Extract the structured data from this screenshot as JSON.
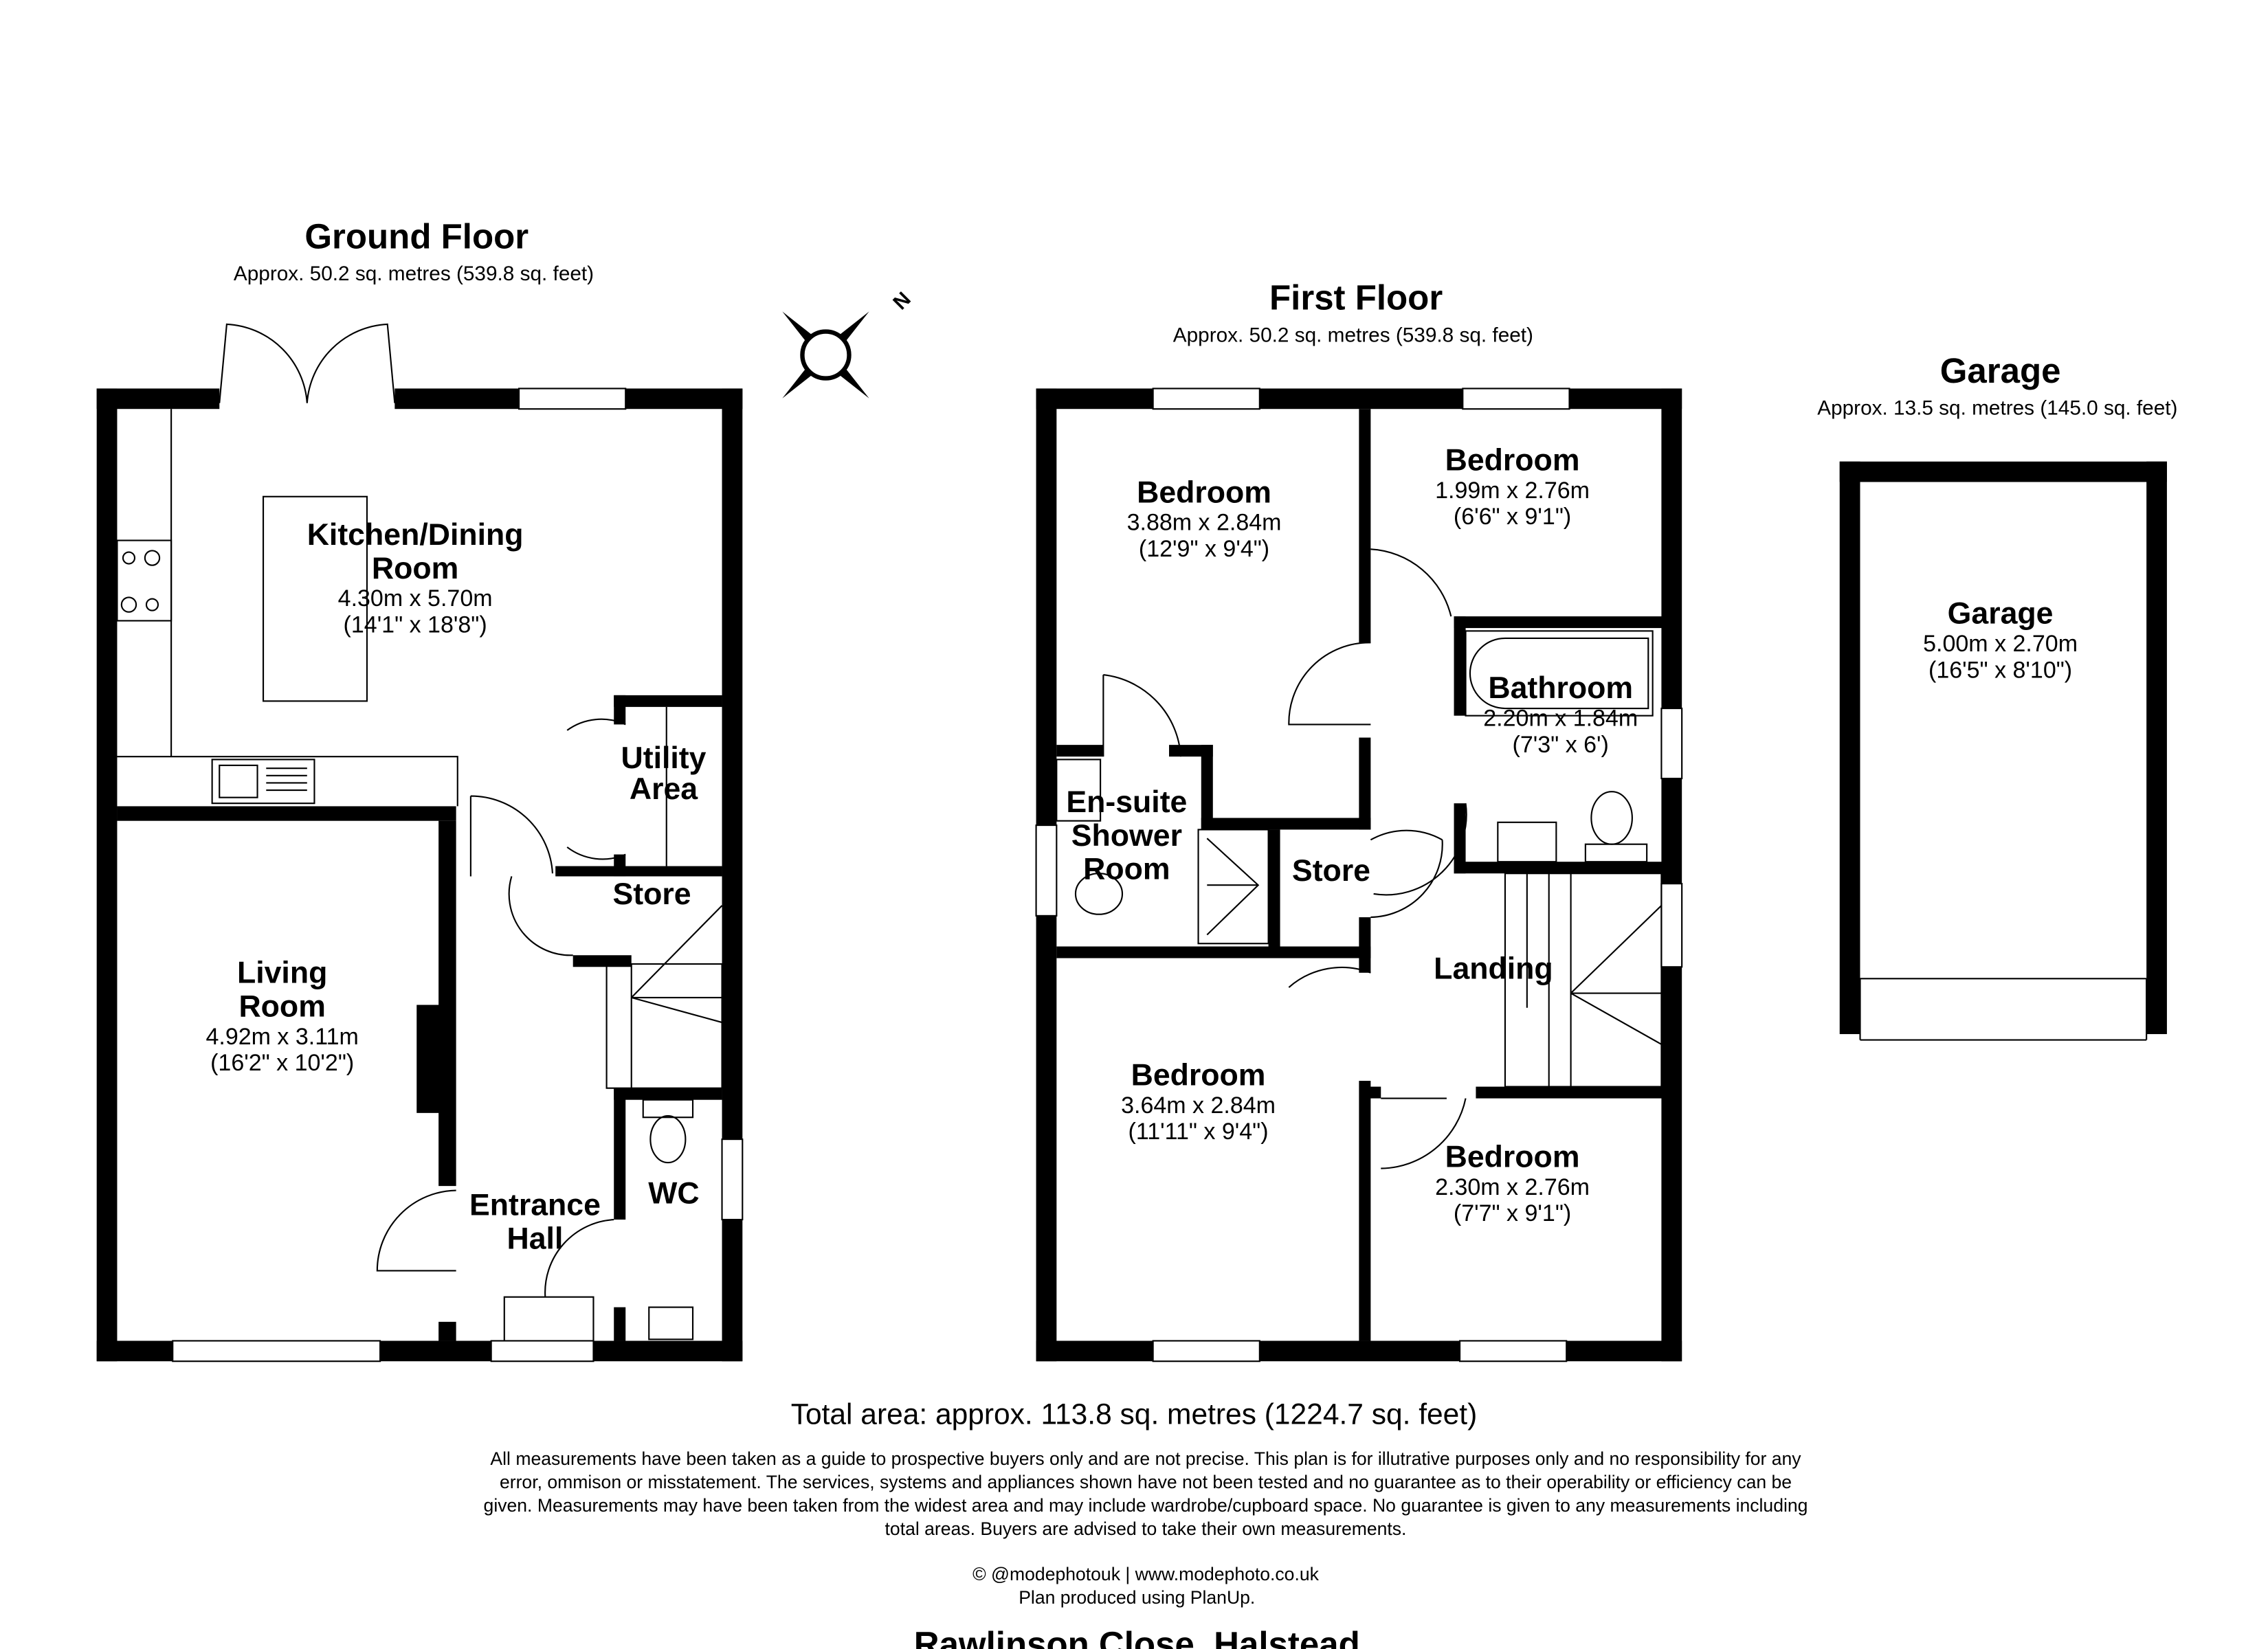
{
  "floors": {
    "ground": {
      "title": "Ground Floor",
      "area": "Approx. 50.2 sq. metres (539.8 sq. feet)"
    },
    "first": {
      "title": "First Floor",
      "area": "Approx. 50.2 sq. metres (539.8 sq. feet)"
    },
    "garage": {
      "title": "Garage",
      "area": "Approx. 13.5 sq. metres (145.0 sq. feet)"
    }
  },
  "rooms": {
    "kitchen": {
      "name1": "Kitchen/Dining",
      "name2": "Room",
      "metric": "4.30m x 5.70m",
      "imperial": "(14'1\" x 18'8\")"
    },
    "utility": {
      "name1": "Utility",
      "name2": "Area"
    },
    "store_ground": {
      "name": "Store"
    },
    "living": {
      "name1": "Living",
      "name2": "Room",
      "metric": "4.92m x 3.11m",
      "imperial": "(16'2\" x 10'2\")"
    },
    "entrance": {
      "name1": "Entrance",
      "name2": "Hall"
    },
    "wc": {
      "name": "WC"
    },
    "bed1": {
      "name": "Bedroom",
      "metric": "3.88m x 2.84m",
      "imperial": "(12'9\" x 9'4\")"
    },
    "bed2": {
      "name": "Bedroom",
      "metric": "1.99m x 2.76m",
      "imperial": "(6'6\" x 9'1\")"
    },
    "bathroom": {
      "name": "Bathroom",
      "metric": "2.20m x 1.84m",
      "imperial": "(7'3\" x 6')"
    },
    "ensuite": {
      "name1": "En-suite",
      "name2": "Shower",
      "name3": "Room"
    },
    "store_first": {
      "name": "Store"
    },
    "landing": {
      "name": "Landing"
    },
    "bed3": {
      "name": "Bedroom",
      "metric": "3.64m x 2.84m",
      "imperial": "(11'11\" x 9'4\")"
    },
    "bed4": {
      "name": "Bedroom",
      "metric": "2.30m x 2.76m",
      "imperial": "(7'7\" x 9'1\")"
    },
    "garage": {
      "name": "Garage",
      "metric": "5.00m x 2.70m",
      "imperial": "(16'5\" x 8'10\")"
    }
  },
  "compass": {
    "label": "N"
  },
  "footer": {
    "total": "Total area: approx. 113.8 sq. metres (1224.7 sq. feet)",
    "disclaimer": [
      "All measurements have been taken as a guide to prospective buyers only and are not precise. This plan is for illutrative purposes only and no responsibility for any",
      "error, ommison or misstatement. The services, systems and appliances shown have not been tested and no guarantee as to their operability or efficiency can be",
      "given. Measurements may have been taken from the widest area and may include wardrobe/cupboard space. No guarantee is given to any measurements including",
      "total areas. Buyers are advised to take their own measurements."
    ],
    "credit": "© @modephotouk | www.modephoto.co.uk",
    "produced": "Plan  produced  using  PlanUp.",
    "address": "Rawlinson Close, Halstead"
  }
}
